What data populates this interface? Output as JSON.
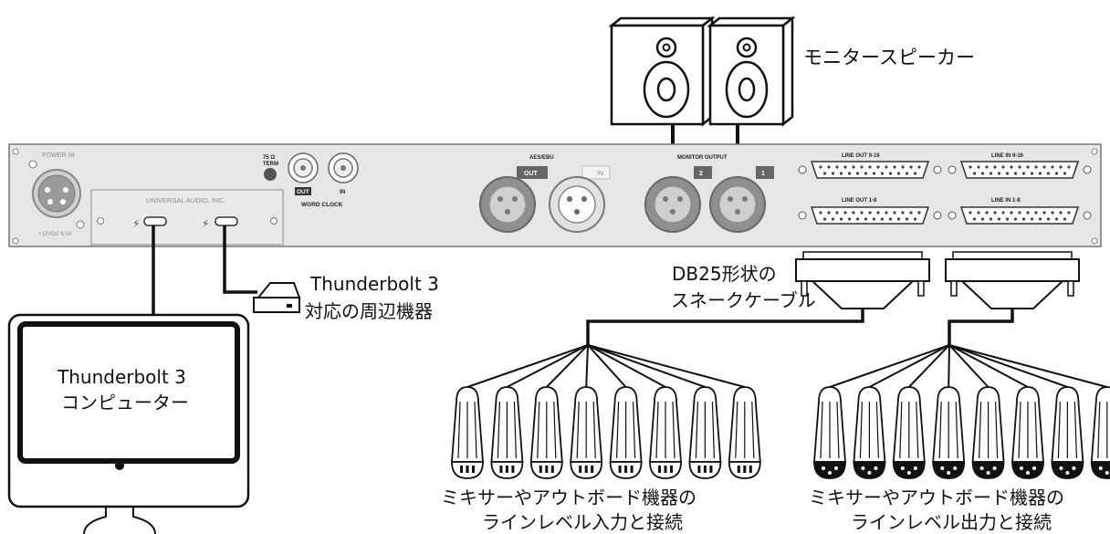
{
  "speakers": {
    "label": "モニタースピーカー"
  },
  "panel": {
    "power_in": "POWER IN",
    "power_spec": "+12VDC 9.0A",
    "brand": "UNIVERSAL AUDIO, INC.",
    "term_line1": "75 Ω",
    "term_line2": "TERM",
    "wc_out": "OUT",
    "wc_in": "IN",
    "word_clock": "WORD CLOCK",
    "aes_ebu": "AES/EBU",
    "aes_out": "OUT",
    "aes_in": "IN",
    "monitor_output": "MONITOR OUTPUT",
    "mon_2": "2",
    "mon_1": "1",
    "line_out_9_16": "LINE OUT 9-16",
    "line_in_9_16": "LINE IN 9-16",
    "line_out_1_8": "LINE OUT 1-8",
    "line_in_1_8": "LINE IN 1-8"
  },
  "peripheral": {
    "line1": "Thunderbolt 3",
    "line2": "対応の周辺機器"
  },
  "computer": {
    "line1": "Thunderbolt 3",
    "line2": "コンピューター"
  },
  "snake": {
    "line1": "DB25形状の",
    "line2": "スネークケーブル"
  },
  "input_group": {
    "line1": "ミキサーやアウトボード機器の",
    "line2": "ラインレベル入力と接続"
  },
  "output_group": {
    "line1": "ミキサーやアウトボード機器の",
    "line2": "ラインレベル出力と接続"
  }
}
